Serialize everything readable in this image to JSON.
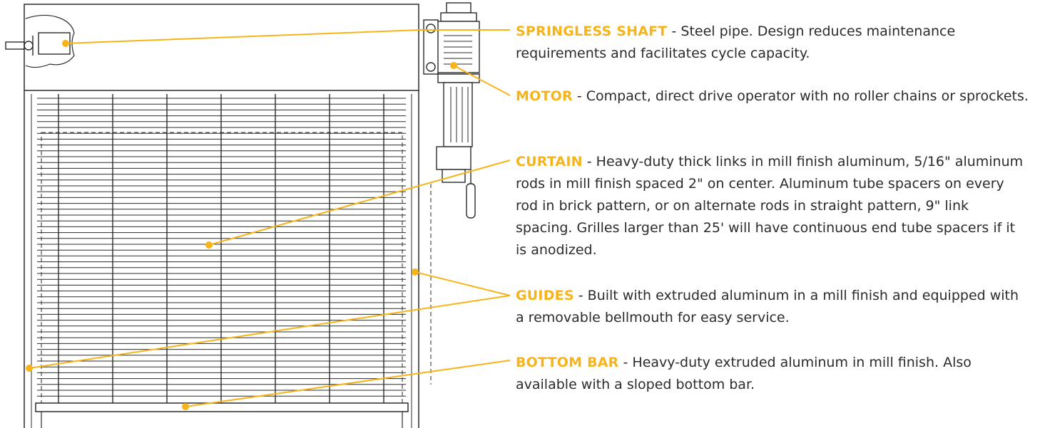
{
  "accent_color": "#f7b41a",
  "line_color": "#2b2b2b",
  "callouts": [
    {
      "term": "SPRINGLESS SHAFT",
      "desc": " - Steel pipe. Design reduces maintenance requirements and facilitates cycle capacity."
    },
    {
      "term": "MOTOR",
      "desc": " - Compact, direct drive operator with no roller chains or sprockets."
    },
    {
      "term": "CURTAIN",
      "desc": " - Heavy-duty thick links in mill finish aluminum, 5/16\" aluminum rods in mill finish spaced 2\" on center. Aluminum tube spacers on every rod in brick pattern, or on alternate rods in straight pattern, 9\" link spacing. Grilles larger than 25' will have continuous end tube spacers if it is anodized."
    },
    {
      "term": "GUIDES",
      "desc": " - Built with extruded aluminum in a mill finish and equipped with a removable bellmouth for easy service."
    },
    {
      "term": "BOTTOM BAR",
      "desc": " - Heavy-duty extruded aluminum in mill finish. Also available with a sloped bottom bar."
    }
  ]
}
